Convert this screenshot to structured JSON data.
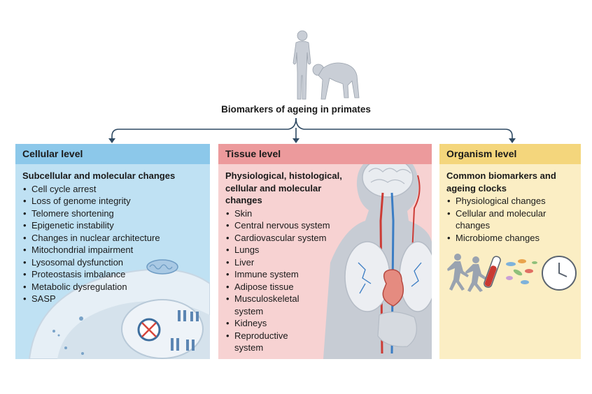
{
  "title": "Biomarkers of ageing in primates",
  "colors": {
    "cellular_header": "#8cc8ea",
    "cellular_body": "#bfe1f3",
    "tissue_header": "#ec9a9c",
    "tissue_body": "#f7d2d2",
    "organism_header": "#f4d67c",
    "organism_body": "#fbeec4",
    "connector": "#2f4a63"
  },
  "icons": [
    "human-figure-icon",
    "chimpanzee-figure-icon",
    "cell-illustration",
    "mitochondrion-icon",
    "chromosome-icon",
    "dna-damage-icon",
    "human-body-anatomy-illustration",
    "running-people-icon",
    "blood-tube-icon",
    "microbiome-icon",
    "clock-icon"
  ],
  "panels": {
    "cellular": {
      "header": "Cellular level",
      "subtitle": "Subcellular and molecular changes",
      "items": [
        "Cell cycle arrest",
        "Loss of genome integrity",
        "Telomere shortening",
        "Epigenetic instability",
        "Changes in nuclear architecture",
        "Mitochondrial impairment",
        "Lysosomal dysfunction",
        "Proteostasis imbalance",
        "Metabolic dysregulation",
        "SASP"
      ]
    },
    "tissue": {
      "header": "Tissue level",
      "subtitle_lines": [
        "Physiological, histological,",
        "cellular and molecular",
        "changes"
      ],
      "items": [
        "Skin",
        "Central nervous system",
        "Cardiovascular system",
        "Lungs",
        "Liver",
        "Immune system",
        "Adipose tissue",
        "Musculoskeletal system",
        "Kidneys",
        "Reproductive system"
      ]
    },
    "organism": {
      "header": "Organism level",
      "subtitle": "Common biomarkers and ageing clocks",
      "items": [
        "Physiological changes",
        "Cellular and molecular changes",
        "Microbiome changes"
      ]
    }
  }
}
